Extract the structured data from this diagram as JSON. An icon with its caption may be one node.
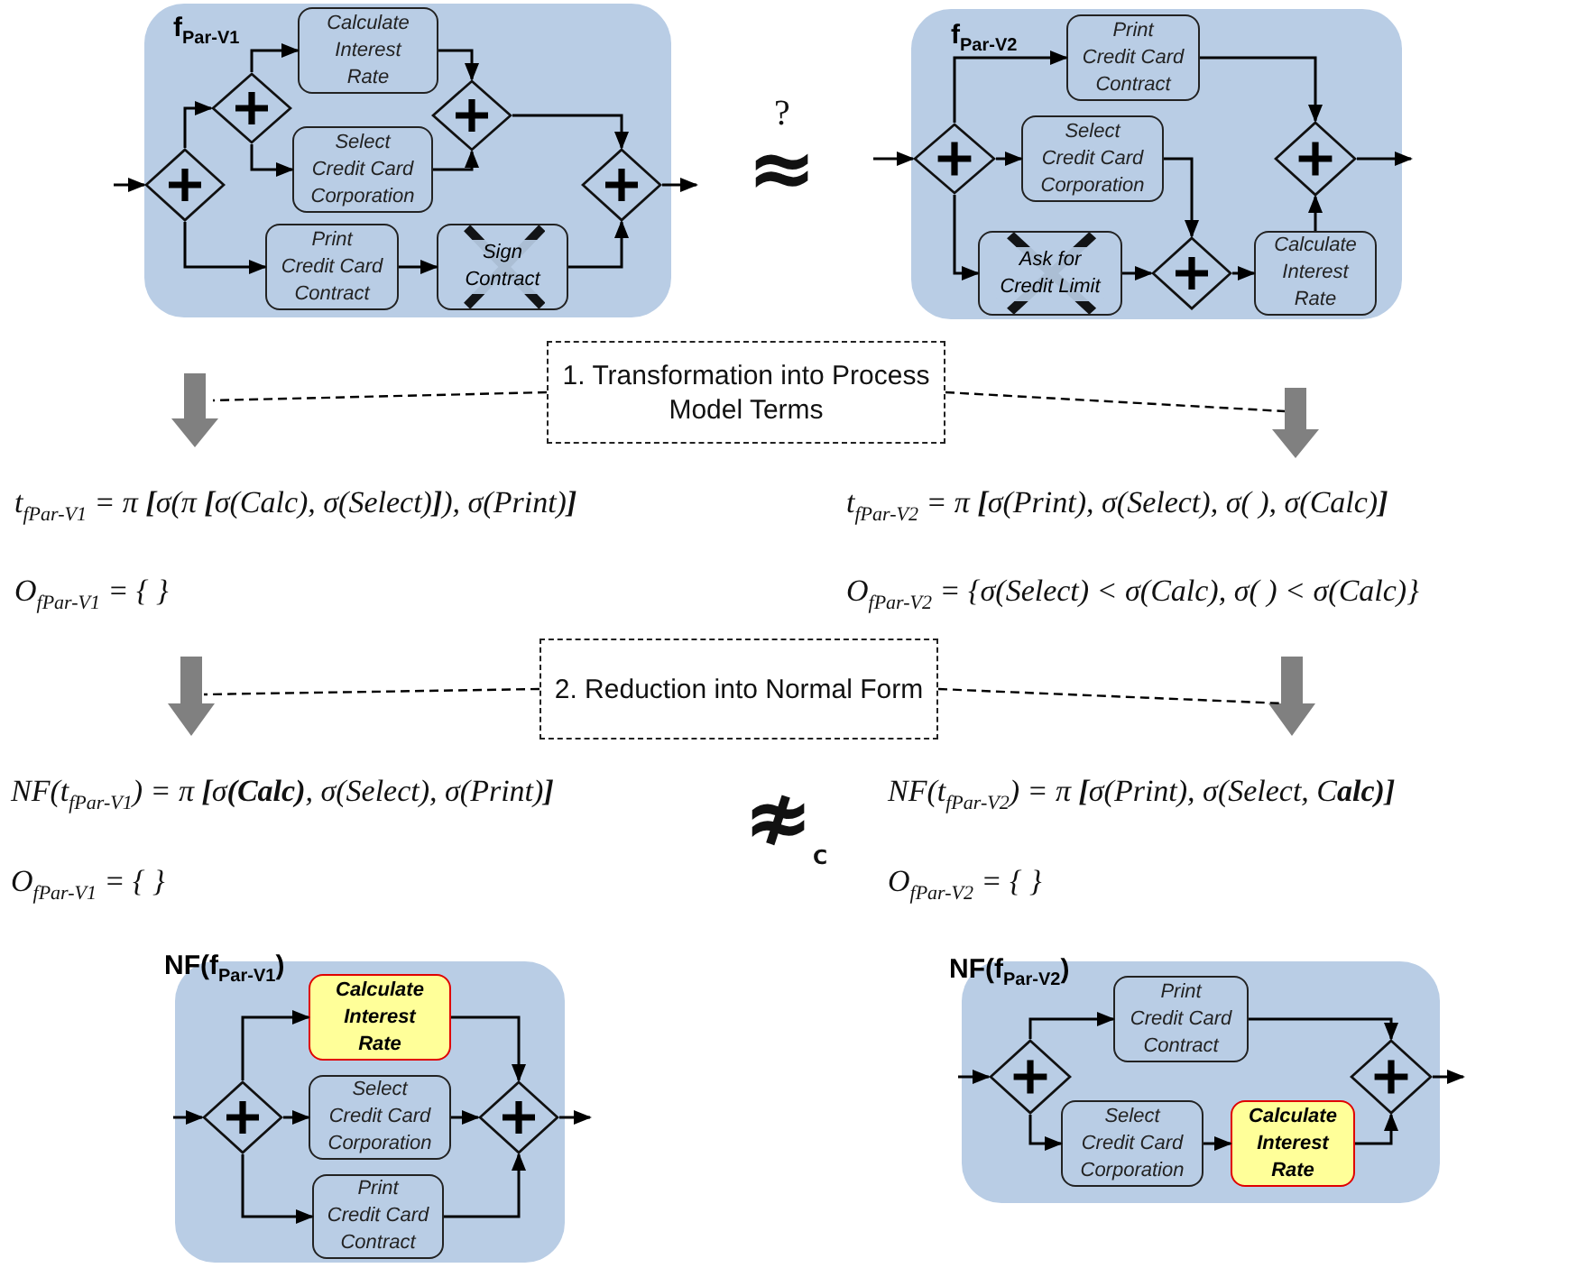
{
  "diagram": {
    "nodes": [
      {
        "text": [
          "f$_{Par-V1}$"
        ]
      },
      {
        "text": [],
        "shape": "diamond",
        "in": 0
      },
      {
        "text": [],
        "shape": "diamond",
        "in": 0
      },
      {
        "text": [
          "Calculate Interest Rate"
        ],
        "in": 0
      },
      {
        "text": [
          "Select Credit Card Corporation"
        ],
        "in": 0
      },
      {
        "text": [],
        "shape": "diamond",
        "in": 0
      },
      {
        "text": [],
        "shape": "diamond",
        "in": 0
      },
      {
        "text": [
          "Print Credit Card Contract"
        ],
        "in": 0
      },
      {
        "text": [
          "Sign Contract"
        ],
        "in": 0
      },
      {
        "text": [
          "f$_{Par-V2}$"
        ]
      },
      {
        "text": [],
        "shape": "diamond",
        "in": 9
      },
      {
        "text": [
          "Print Credit Card Contract"
        ],
        "in": 9
      },
      {
        "text": [
          "Select Credit Card Corporation"
        ],
        "in": 9
      },
      {
        "text": [
          "Ask for Credit Limit"
        ],
        "in": 9
      },
      {
        "text": [],
        "shape": "diamond",
        "in": 9
      },
      {
        "text": [
          "Calculate Interest Rate"
        ],
        "in": 9
      },
      {
        "text": [],
        "shape": "diamond",
        "in": 9
      },
      {
        "text": [
          "1. Transformation into Process Model Terms"
        ]
      },
      {
        "text": [
          "2. Reduction into Normal Form"
        ]
      },
      {
        "text": [
          "NF(f$_{Par-V1}$)"
        ]
      },
      {
        "text": [],
        "shape": "diamond",
        "in": 19
      },
      {
        "text": [
          "Calculate Interest Rate"
        ],
        "in": 19
      },
      {
        "text": [
          "Select Credit Card Corporation"
        ],
        "in": 19
      },
      {
        "text": [
          "Print Credit Card Contract"
        ],
        "in": 19
      },
      {
        "text": [],
        "shape": "diamond",
        "in": 19
      },
      {
        "text": [
          "NF(f$_{Par-V2}$)"
        ]
      },
      {
        "text": [],
        "shape": "diamond",
        "in": 25
      },
      {
        "text": [
          "Print Credit Card Contract"
        ],
        "in": 25
      },
      {
        "text": [
          "Select Credit Card Corporation"
        ],
        "in": 25
      },
      {
        "text": [
          "Calculate Interest Rate"
        ],
        "in": 25
      },
      {
        "text": [],
        "shape": "diamond",
        "in": 25
      }
    ],
    "edges": [
      {
        "from": null,
        "to": 1,
        "arrow": "to"
      },
      {
        "from": 1,
        "to": 2,
        "arrow": "to"
      },
      {
        "from": 1,
        "to": 7,
        "arrow": "to"
      },
      {
        "from": 2,
        "to": 3,
        "arrow": "to"
      },
      {
        "from": 2,
        "to": 4,
        "arrow": "to"
      },
      {
        "from": 3,
        "to": 5,
        "arrow": "to"
      },
      {
        "from": 4,
        "to": 5,
        "arrow": "to"
      },
      {
        "from": 5,
        "to": 6,
        "arrow": "to"
      },
      {
        "from": 7,
        "to": 8,
        "arrow": "to"
      },
      {
        "from": 8,
        "to": 6,
        "arrow": "to"
      },
      {
        "from": 6,
        "to": null,
        "arrow": "to"
      },
      {
        "from": null,
        "to": 10,
        "arrow": "to"
      },
      {
        "from": 10,
        "to": 11,
        "arrow": "to"
      },
      {
        "from": 10,
        "to": 12,
        "arrow": "to"
      },
      {
        "from": 10,
        "to": 13,
        "arrow": "to"
      },
      {
        "from": 11,
        "to": 16,
        "arrow": "to"
      },
      {
        "from": 12,
        "to": 14,
        "arrow": "to"
      },
      {
        "from": 13,
        "to": 14,
        "arrow": "to"
      },
      {
        "from": 14,
        "to": 15,
        "arrow": "to"
      },
      {
        "from": 15,
        "to": 16,
        "arrow": "to"
      },
      {
        "from": 16,
        "to": null,
        "arrow": "to"
      },
      {
        "from": 17,
        "to": null,
        "arrow": "none",
        "style": "dashed"
      },
      {
        "from": 17,
        "to": null,
        "arrow": "none",
        "style": "dashed"
      },
      {
        "from": 18,
        "to": null,
        "arrow": "none",
        "style": "dashed"
      },
      {
        "from": 18,
        "to": null,
        "arrow": "none",
        "style": "dashed"
      },
      {
        "from": null,
        "to": 20,
        "arrow": "to"
      },
      {
        "from": 20,
        "to": 21,
        "arrow": "to"
      },
      {
        "from": 20,
        "to": 22,
        "arrow": "to"
      },
      {
        "from": 20,
        "to": 23,
        "arrow": "to"
      },
      {
        "from": 21,
        "to": 24,
        "arrow": "to"
      },
      {
        "from": 22,
        "to": 24,
        "arrow": "to"
      },
      {
        "from": 23,
        "to": 24,
        "arrow": "to"
      },
      {
        "from": 24,
        "to": null,
        "arrow": "to"
      },
      {
        "from": null,
        "to": 26,
        "arrow": "to"
      },
      {
        "from": 26,
        "to": 27,
        "arrow": "to"
      },
      {
        "from": 26,
        "to": 28,
        "arrow": "to"
      },
      {
        "from": 27,
        "to": 30,
        "arrow": "to"
      },
      {
        "from": 28,
        "to": 29,
        "arrow": "to"
      },
      {
        "from": 29,
        "to": 30,
        "arrow": "to"
      },
      {
        "from": 30,
        "to": null,
        "arrow": "to"
      }
    ],
    "labels": [
      "?",
      "≈",
      "t$_{fPar-V1}$ = π **[**σ(π **[**σ(Calc), σ(Select)**]**), σ(Print)**]**",
      "t$_{fPar-V2}$ = π **[**σ(Print), σ(Select), σ( ), σ(Calc)**]**",
      "O$_{fPar-V1}$ = { }",
      "O$_{fPar-V2}$ = {σ(Select) < σ(Calc), σ( ) < σ(Calc)}",
      "NF(t$_{fPar-V1}$) = π **[**σ**(Calc)**, σ(Select), σ(Print)**]**",
      "≉$_{C}$",
      "NF(t$_{fPar-V2}$) = π **[**σ(Print), σ(Select, C**alc)]**",
      "O$_{fPar-V1}$ = { }",
      "O$_{fPar-V2}$ = { }"
    ]
  }
}
